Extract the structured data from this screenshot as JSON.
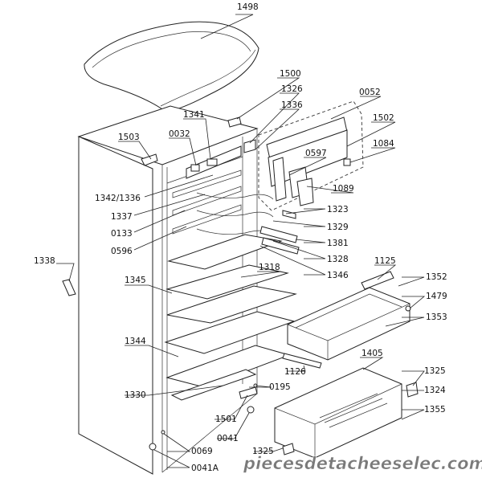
{
  "labels": {
    "l1498": "1498",
    "l1500": "1500",
    "l1326": "1326",
    "l1336": "1336",
    "l0052": "0052",
    "l1502": "1502",
    "l1084": "1084",
    "l0597": "0597",
    "l1089": "1089",
    "l1503": "1503",
    "l1341": "1341",
    "l0032": "0032",
    "l13421336": "1342/1336",
    "l1337": "1337",
    "l0133": "0133",
    "l0596": "0596",
    "l1323": "1323",
    "l1329": "1329",
    "l1381": "1381",
    "l1328": "1328",
    "l1346": "1346",
    "l1338": "1338",
    "l1318": "1318",
    "l1345": "1345",
    "l1125": "1125",
    "l1352": "1352",
    "l1479": "1479",
    "l1353": "1353",
    "l1344": "1344",
    "l1126": "1126",
    "l1405": "1405",
    "l1325a": "1325",
    "l1324": "1324",
    "l1355": "1355",
    "l1330": "1330",
    "l0195": "0195",
    "l1501": "1501",
    "l0041": "0041",
    "l0069": "0069",
    "l0041A": "0041A",
    "l1325b": "1325"
  },
  "watermark": "piecesdetacheeselec.com"
}
